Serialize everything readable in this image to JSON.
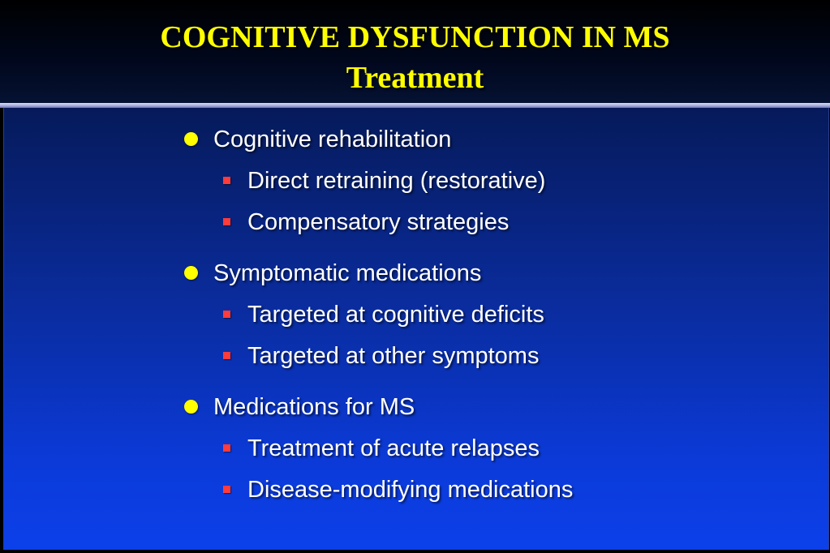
{
  "slide": {
    "title": "COGNITIVE DYSFUNCTION IN MS",
    "subtitle": "Treatment",
    "colors": {
      "title": "#ffff00",
      "text": "#ffffff",
      "bullet_primary": "#ffff00",
      "bullet_secondary": "#ff3b3b",
      "background_top": "#061a5a",
      "background_bottom": "#0c40ea"
    },
    "icons": {
      "primary_bullet": "yellow-dot-icon",
      "secondary_bullet": "red-square-icon"
    },
    "sections": [
      {
        "heading": "Cognitive rehabilitation",
        "items": [
          "Direct retraining (restorative)",
          "Compensatory strategies"
        ]
      },
      {
        "heading": "Symptomatic medications",
        "items": [
          "Targeted at cognitive deficits",
          "Targeted at other symptoms"
        ]
      },
      {
        "heading": "Medications for MS",
        "items": [
          "Treatment of acute relapses",
          "Disease-modifying medications"
        ]
      }
    ]
  }
}
